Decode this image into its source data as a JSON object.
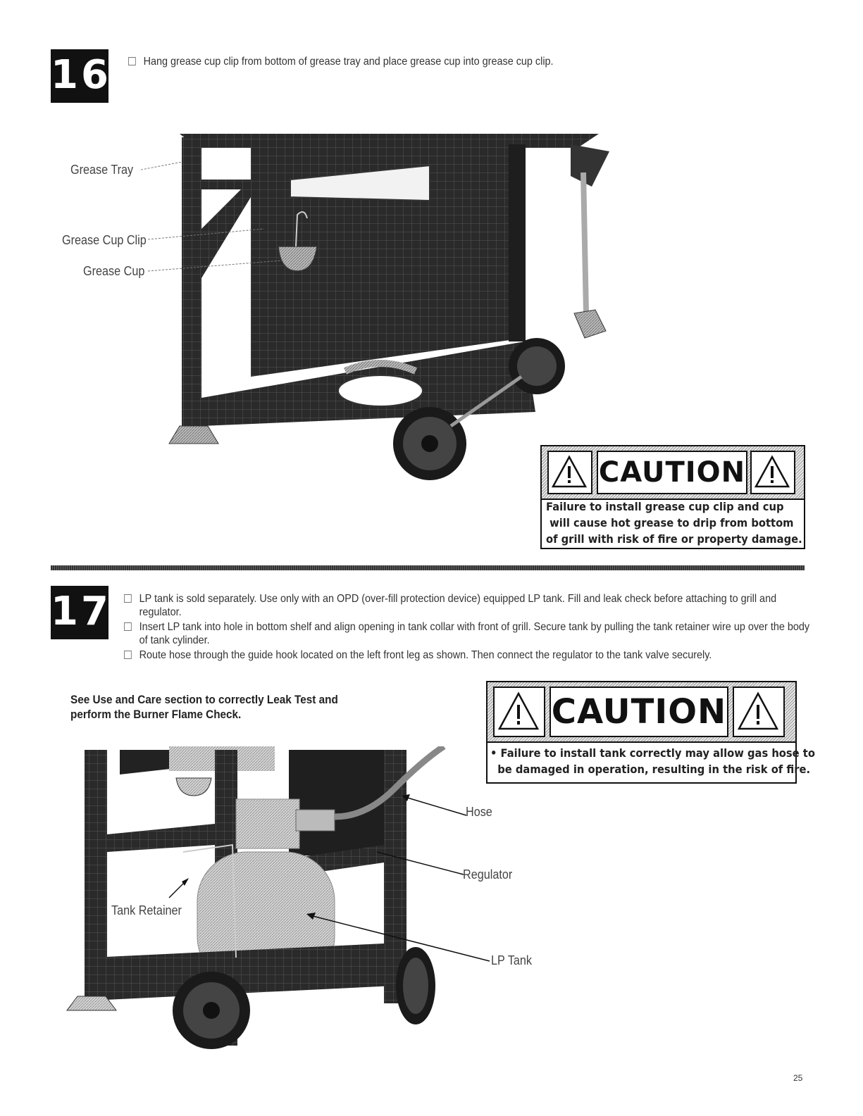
{
  "step16": {
    "number": "16",
    "instructions": [
      "Hang grease cup clip from bottom of grease tray and place grease cup into grease cup clip."
    ],
    "labels": {
      "grease_tray": "Grease Tray",
      "grease_cup_clip": "Grease Cup Clip",
      "grease_cup": "Grease Cup"
    },
    "caution": {
      "title": "CAUTION",
      "lines": [
        "Failure to install grease cup clip and cup",
        " will cause hot grease to drip from bottom",
        "of grill with risk of fire or property damage."
      ]
    }
  },
  "step17": {
    "number": "17",
    "instructions": [
      "LP tank is sold separately. Use only with an OPD (over-fill protection device) equipped LP tank.  Fill and leak check before attaching to grill and regulator.",
      "Insert LP tank into hole in bottom shelf and align opening in tank collar with front of grill.  Secure tank by pulling the tank retainer wire up over the body of tank cylinder.",
      "Route hose through the guide hook located on the left front leg as shown.   Then connect the regulator to the tank valve securely."
    ],
    "note_lines": [
      "See Use and Care section to correctly Leak Test and",
      "perform the Burner Flame Check."
    ],
    "labels": {
      "hose": "Hose",
      "regulator": "Regulator",
      "lp_tank": "LP Tank",
      "tank_retainer": "Tank Retainer"
    },
    "caution": {
      "title": "CAUTION",
      "lines": [
        "• Failure to install tank correctly may allow gas hose to",
        "  be damaged in operation, resulting in the risk of fire."
      ]
    }
  },
  "page_number": "25",
  "icons": [
    "warning-triangle-icon"
  ]
}
